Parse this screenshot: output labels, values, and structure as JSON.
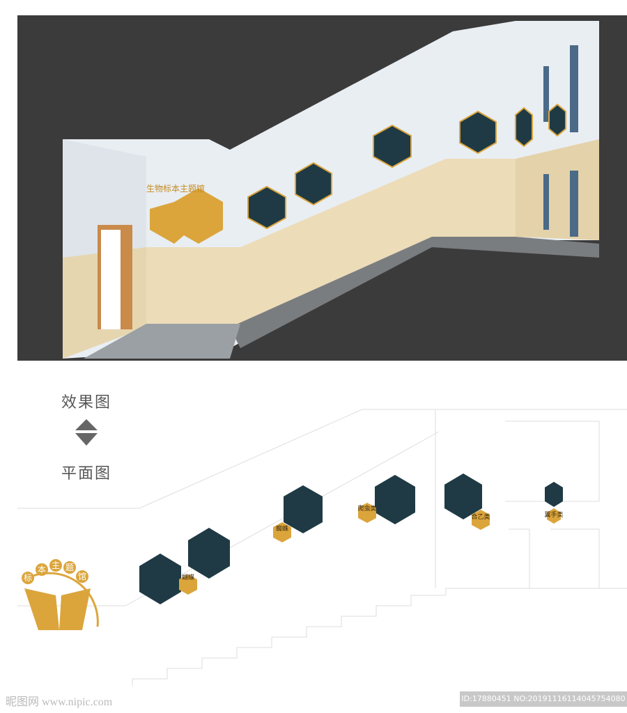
{
  "exhibit_title": "生物标本主题馆",
  "plan_title_chars": [
    "标",
    "本",
    "主",
    "题",
    "馆"
  ],
  "captions": {
    "render": "效果图",
    "plan": "平面图"
  },
  "hex_labels": [
    "蝴蝶",
    "蜘蛛",
    "爬虫类",
    "合乙类",
    "翼手类"
  ],
  "watermark": "昵图网 www.nipic.com",
  "image_id": "ID:17880451 NO:20191116114045754080",
  "colors": {
    "dark": "#3b3b3b",
    "hex_fill": "#1f3a44",
    "gold": "#dba53c",
    "blue": "#2a8fd0",
    "wall": "#eef2f6",
    "panel": "#ecdcb8"
  }
}
